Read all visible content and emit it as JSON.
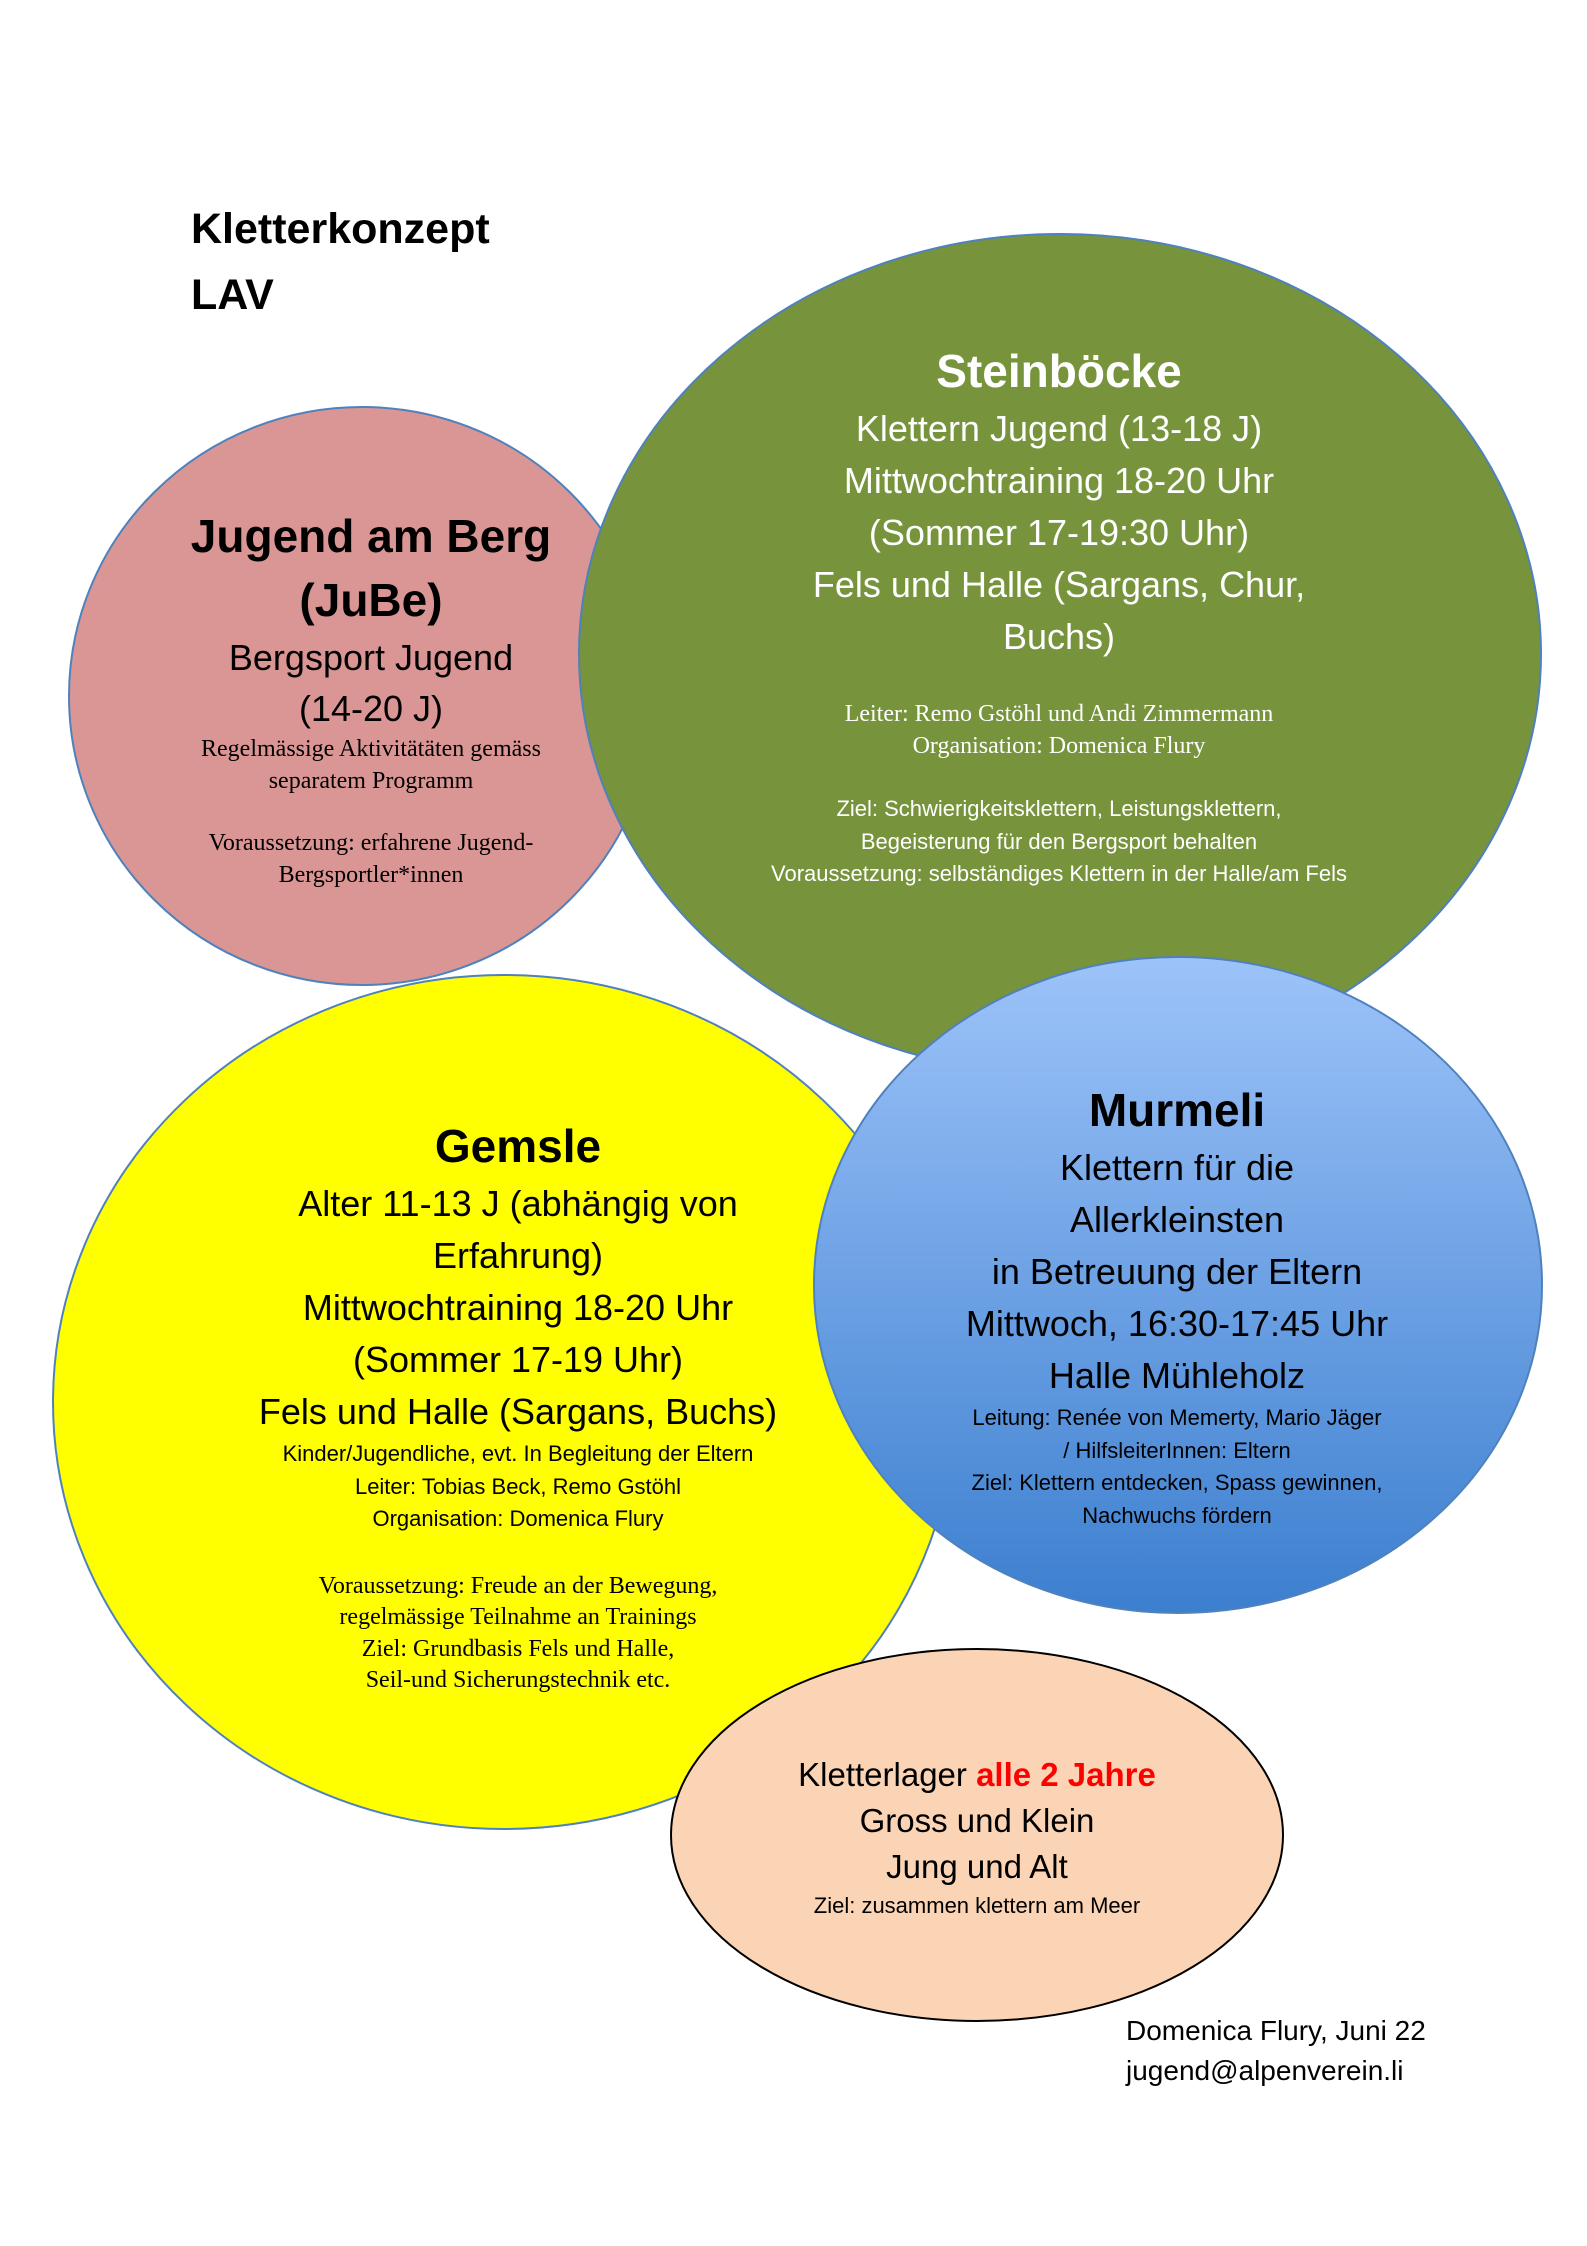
{
  "title": [
    "Kletterkonzept",
    "LAV"
  ],
  "colors": {
    "jube": "#DA9694",
    "steinboecke": "#77933C",
    "gemsle": "#FFFF00",
    "murmeli_top": "#9DC3F9",
    "murmeli_bottom": "#3C7FCF",
    "lager": "#FAD4B4",
    "outline": "#4F81BD",
    "accent": "#FF0000"
  },
  "jube": {
    "heading": [
      "Jugend am Berg",
      "(JuBe)"
    ],
    "lines": [
      "Bergsport Jugend",
      "(14-20 J)"
    ],
    "details": [
      "Regelmässige Aktivitätäten gemäss",
      "separatem Programm"
    ],
    "requirement": [
      "Voraussetzung: erfahrene Jugend-",
      "Bergsportler*innen"
    ]
  },
  "steinboecke": {
    "heading": "Steinböcke",
    "lines": [
      "Klettern Jugend (13-18 J)",
      "Mittwochtraining 18-20 Uhr",
      "(Sommer 17-19:30 Uhr)",
      "Fels und Halle (Sargans, Chur,",
      "Buchs)"
    ],
    "staff": [
      "Leiter: Remo Gstöhl und Andi Zimmermann",
      "Organisation: Domenica Flury"
    ],
    "goals": [
      "Ziel: Schwierigkeitsklettern, Leistungsklettern,",
      "Begeisterung für den Bergsport behalten",
      "Voraussetzung: selbständiges Klettern in der Halle/am Fels"
    ]
  },
  "gemsle": {
    "heading": "Gemsle",
    "lines": [
      "Alter 11-13 J (abhängig von",
      "Erfahrung)",
      "Mittwochtraining 18-20 Uhr",
      "(Sommer 17-19 Uhr)",
      "Fels und Halle (Sargans, Buchs)"
    ],
    "staff": [
      "Kinder/Jugendliche, evt. In Begleitung der Eltern",
      "Leiter: Tobias Beck, Remo Gstöhl",
      "Organisation: Domenica Flury"
    ],
    "goals": [
      "Voraussetzung: Freude an der Bewegung,",
      "regelmässige Teilnahme an Trainings",
      "Ziel: Grundbasis Fels und Halle,",
      "Seil-und Sicherungstechnik etc."
    ]
  },
  "murmeli": {
    "heading": "Murmeli",
    "lines": [
      "Klettern für die",
      "Allerkleinsten",
      "in Betreuung der Eltern",
      "Mittwoch, 16:30-17:45 Uhr",
      "Halle Mühleholz"
    ],
    "details": [
      "Leitung: Renée von Memerty, Mario Jäger",
      "/ HilfsleiterInnen: Eltern",
      "Ziel: Klettern entdecken, Spass gewinnen,",
      "Nachwuchs fördern"
    ]
  },
  "lager": {
    "title": "Kletterlager",
    "highlight": "alle 2 Jahre",
    "lines": [
      "Gross und Klein",
      "Jung und Alt"
    ],
    "goal": "Ziel: zusammen klettern am Meer"
  },
  "footer": [
    "Domenica Flury, Juni 22",
    "jugend@alpenverein.li"
  ]
}
